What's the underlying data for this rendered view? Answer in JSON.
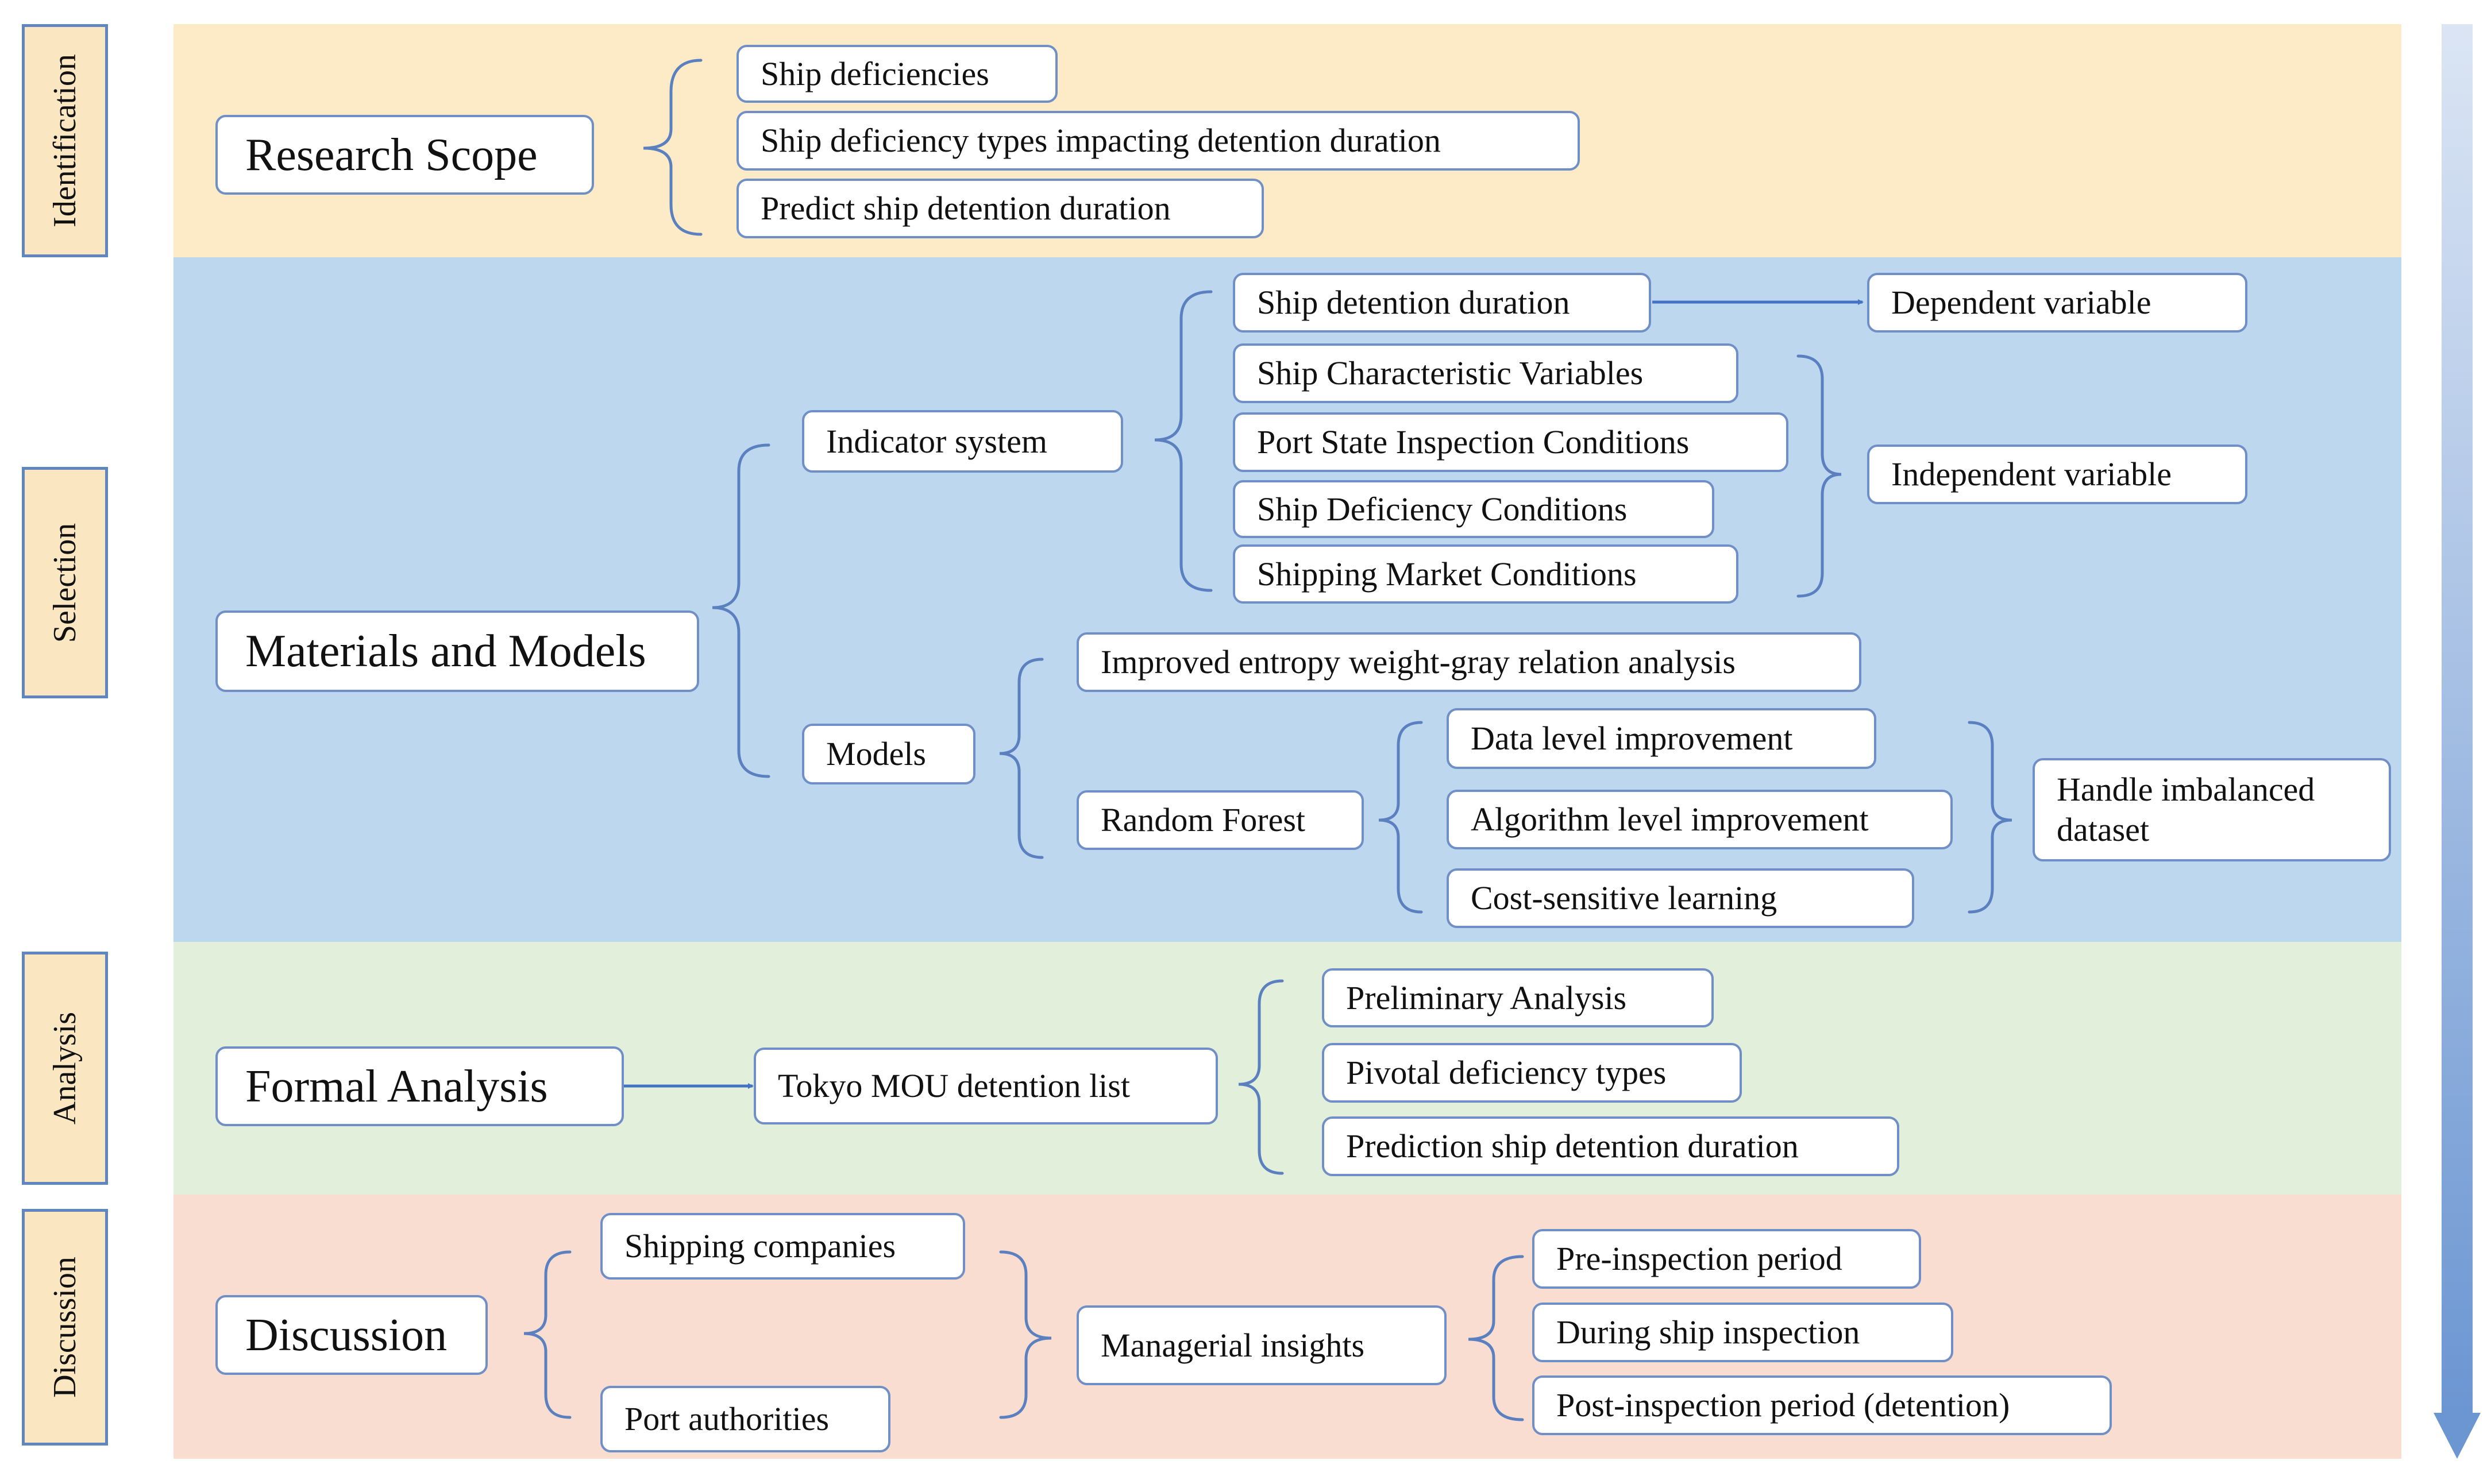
{
  "colors": {
    "identification_band": "#fcebc6",
    "selection_band": "#bdd7ee",
    "analysis_band": "#e2efda",
    "discussion_band": "#f8ddd0",
    "box_border": "#6f8fc6",
    "connector": "#4472c4",
    "side_label_fill": "#fbe6c2"
  },
  "stages": {
    "identification": "Identification",
    "selection": "Selection",
    "analysis": "Analysis",
    "discussion": "Discussion"
  },
  "identification": {
    "main": "Research Scope",
    "items": [
      "Ship deficiencies",
      "Ship deficiency types impacting detention duration",
      "Predict ship detention duration"
    ]
  },
  "selection": {
    "main": "Materials and Models",
    "indicator_system": "Indicator system",
    "detention_duration": "Ship detention duration",
    "dependent_variable": "Dependent variable",
    "independent_items": [
      "Ship Characteristic Variables",
      "Port State Inspection Conditions",
      "Ship Deficiency Conditions",
      "Shipping Market Conditions"
    ],
    "independent_variable": "Independent variable",
    "models": "Models",
    "entropy": "Improved entropy weight-gray relation analysis",
    "random_forest": "Random Forest",
    "rf_items": [
      "Data level improvement",
      "Algorithm level improvement",
      "Cost-sensitive learning"
    ],
    "imbalanced": "Handle imbalanced dataset"
  },
  "analysis": {
    "main": "Formal Analysis",
    "tokyo": "Tokyo MOU detention list",
    "items": [
      "Preliminary Analysis",
      "Pivotal deficiency types",
      "Prediction ship detention duration"
    ]
  },
  "discussion": {
    "main": "Discussion",
    "shipping": "Shipping companies",
    "port": "Port authorities",
    "insights": "Managerial insights",
    "periods": [
      "Pre-inspection period",
      "During ship inspection",
      "Post-inspection period (detention)"
    ]
  }
}
